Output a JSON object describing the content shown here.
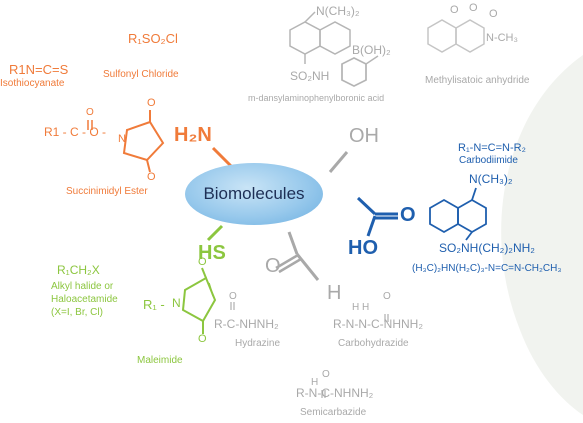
{
  "colors": {
    "amine": "#f07b3a",
    "thiol": "#8cc63f",
    "other": "#a9a9a9",
    "carboxyl": "#1f5fae",
    "hub": "#98c9ec"
  },
  "hub": {
    "label": "Biomolecules"
  },
  "groups": {
    "amine": "H₂N",
    "hydroxyl": "OH",
    "thiol": "HS",
    "aldehyde_h": "H",
    "carboxyl_o": "O",
    "carboxyl_ho": "HO"
  },
  "amine_reagents": {
    "isothiocyanate_formula": "R1N=C=S",
    "isothiocyanate_name": "Isothiocyanate",
    "sulfonyl_formula": "R₁SO₂Cl",
    "sulfonyl_name": "Sulfonyl Chloride",
    "ester_r1": "R1 - C - O -",
    "ester_o_double": "O",
    "ester_ring_o_top": "O",
    "ester_ring_o_bottom": "O",
    "ester_n": "N",
    "ester_name": "Succinimidyl Ester"
  },
  "hydroxyl_reagents": {
    "dansyl_nmethyl": "N(CH₃)₂",
    "dansyl_boron": "B(OH)₂",
    "dansyl_so2nh": "SO₂NH",
    "dansyl_name": "m-dansylaminophenylboronic acid",
    "isatoic_o1": "O",
    "isatoic_o2": "O",
    "isatoic_o3": "O",
    "isatoic_nch3": "N-CH₃",
    "isatoic_name": "Methylisatoic anhydride"
  },
  "carboxyl_reagents": {
    "carbodiimide_formula": "R₁-N=C=N-R₂",
    "carbodiimide_name": "Carbodiimide",
    "dansyl_nmethyl": "N(CH₃)₂",
    "dansyl_sulfonamide": "SO₂NH(CH₂)₂NH₂",
    "edc_formula": "(H₃C)₂HN(H₂C)₃-N=C=N-CH₂CH₃"
  },
  "thiol_reagents": {
    "alkyl_formula": "R₁CH₂X",
    "alkyl_line1": "Alkyl halide or",
    "alkyl_line2": "Haloacetamide",
    "alkyl_line3": "(X=I, Br, Cl)",
    "maleimide_r": "R₁ -",
    "maleimide_n": "N",
    "maleimide_o_top": "O",
    "maleimide_o_bottom": "O",
    "maleimide_name": "Maleimide"
  },
  "aldehyde_reagents": {
    "aldehyde_o": "O",
    "hydrazine_o": "O",
    "hydrazine_formula": "R-C-NHNH₂",
    "hydrazine_name": "Hydrazine",
    "carbo_hh": "H  H",
    "carbo_o": "O",
    "carbo_formula": "R-N-N-C-NHNH₂",
    "carbo_name": "Carbohydrazide",
    "semi_h": "H",
    "semi_o": "O",
    "semi_formula": "R-N-C-NHNH₂",
    "semi_name": "Semicarbazide"
  }
}
